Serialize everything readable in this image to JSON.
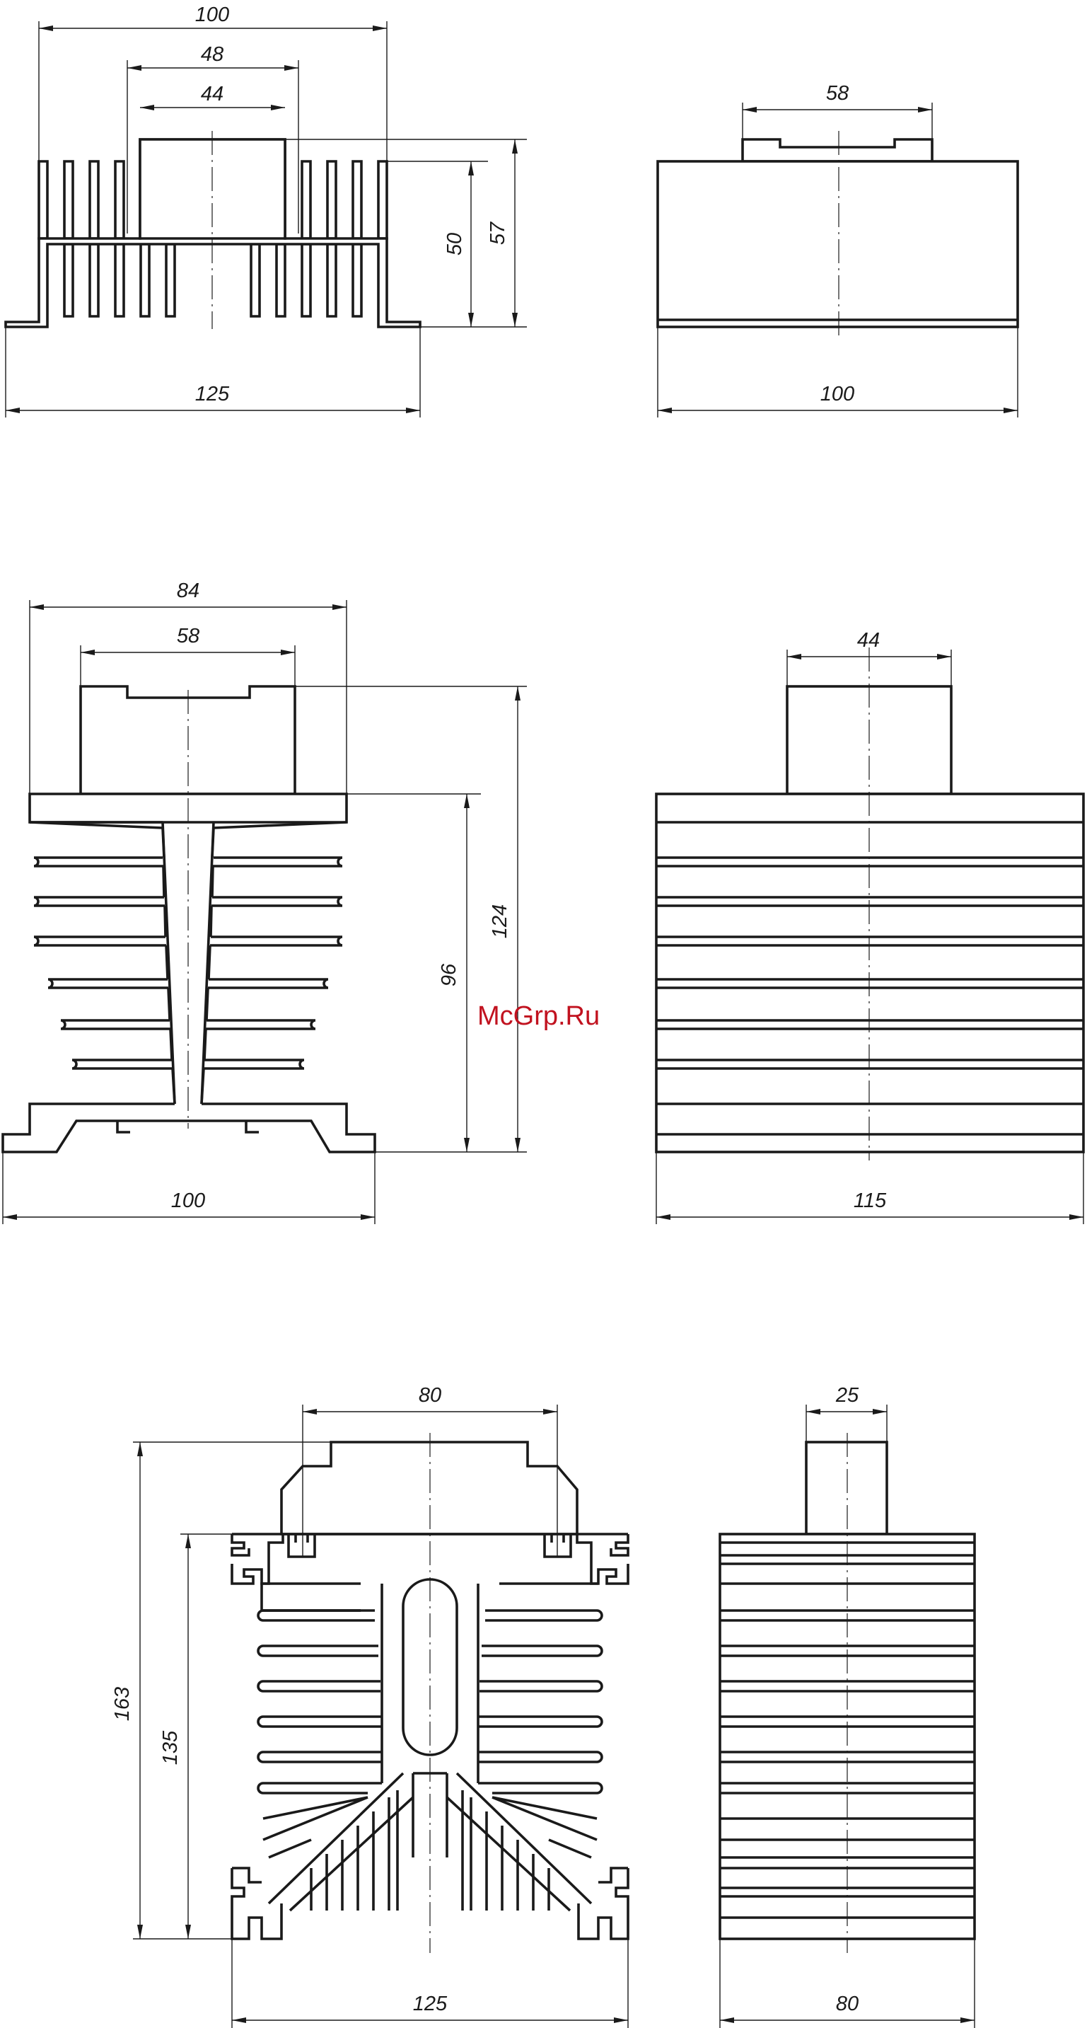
{
  "watermark": "McGrp.Ru",
  "dimensions": {
    "heatsink1_front": {
      "width_total": "100",
      "width_top": "48",
      "width_base": "44",
      "height_body": "50",
      "height_total": "57",
      "width_plate": "125"
    },
    "heatsink1_side": {
      "width_top": "58",
      "width_plate": "100"
    },
    "heatsink2_front": {
      "width_plate": "84",
      "width_top": "58",
      "height_total": "124",
      "height_body": "96",
      "width_base": "100"
    },
    "heatsink2_side": {
      "width_top": "44",
      "width_body": "115"
    },
    "heatsink3_front": {
      "width_top": "80",
      "height_total": "163",
      "height_body": "135",
      "width_body": "125"
    },
    "heatsink3_side": {
      "width_top": "25",
      "width_body": "80"
    }
  }
}
